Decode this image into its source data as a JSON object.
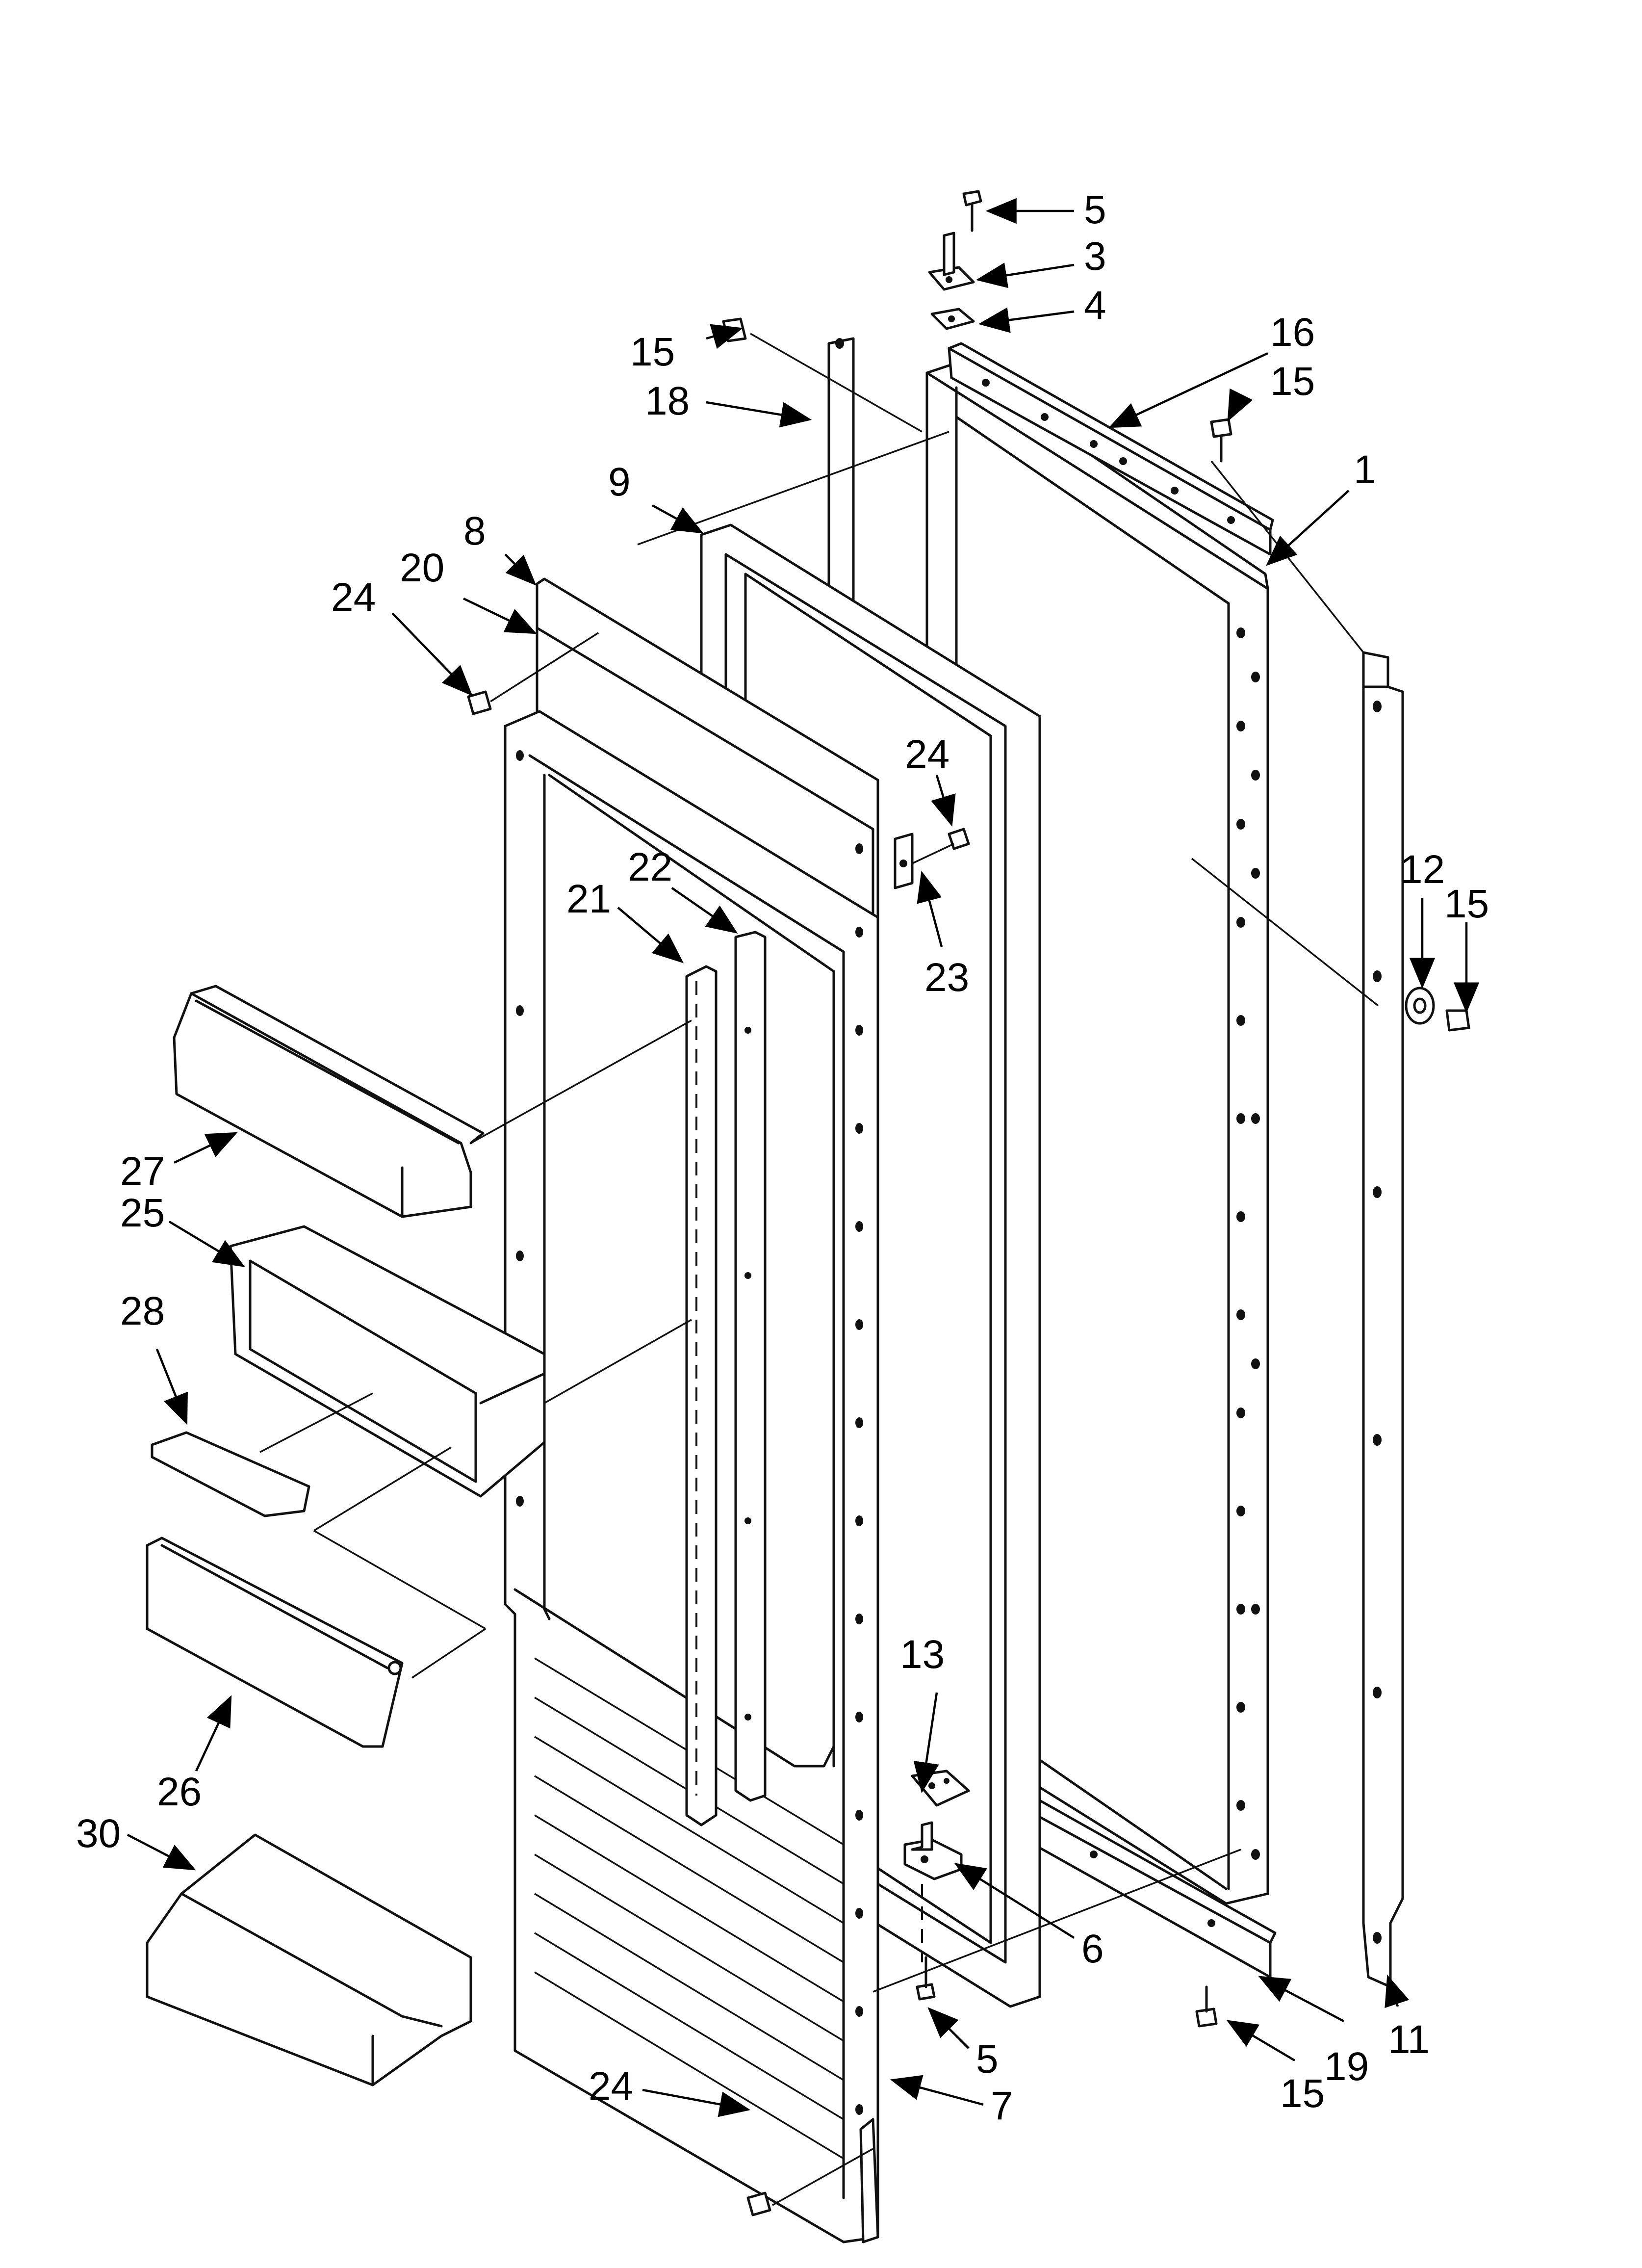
{
  "diagram": {
    "callouts": {
      "c1": "1",
      "c3": "3",
      "c4": "4",
      "c5_top": "5",
      "c5_bottom": "5",
      "c6": "6",
      "c7": "7",
      "c8": "8",
      "c9": "9",
      "c11": "11",
      "c12": "12",
      "c13": "13",
      "c15_a": "15",
      "c15_b": "15",
      "c15_c": "15",
      "c15_d": "15",
      "c16": "16",
      "c18": "18",
      "c19": "19",
      "c20": "20",
      "c21": "21",
      "c22": "22",
      "c23": "23",
      "c24_a": "24",
      "c24_b": "24",
      "c24_c": "24",
      "c25": "25",
      "c26": "26",
      "c27": "27",
      "c28": "28",
      "c30": "30"
    }
  }
}
